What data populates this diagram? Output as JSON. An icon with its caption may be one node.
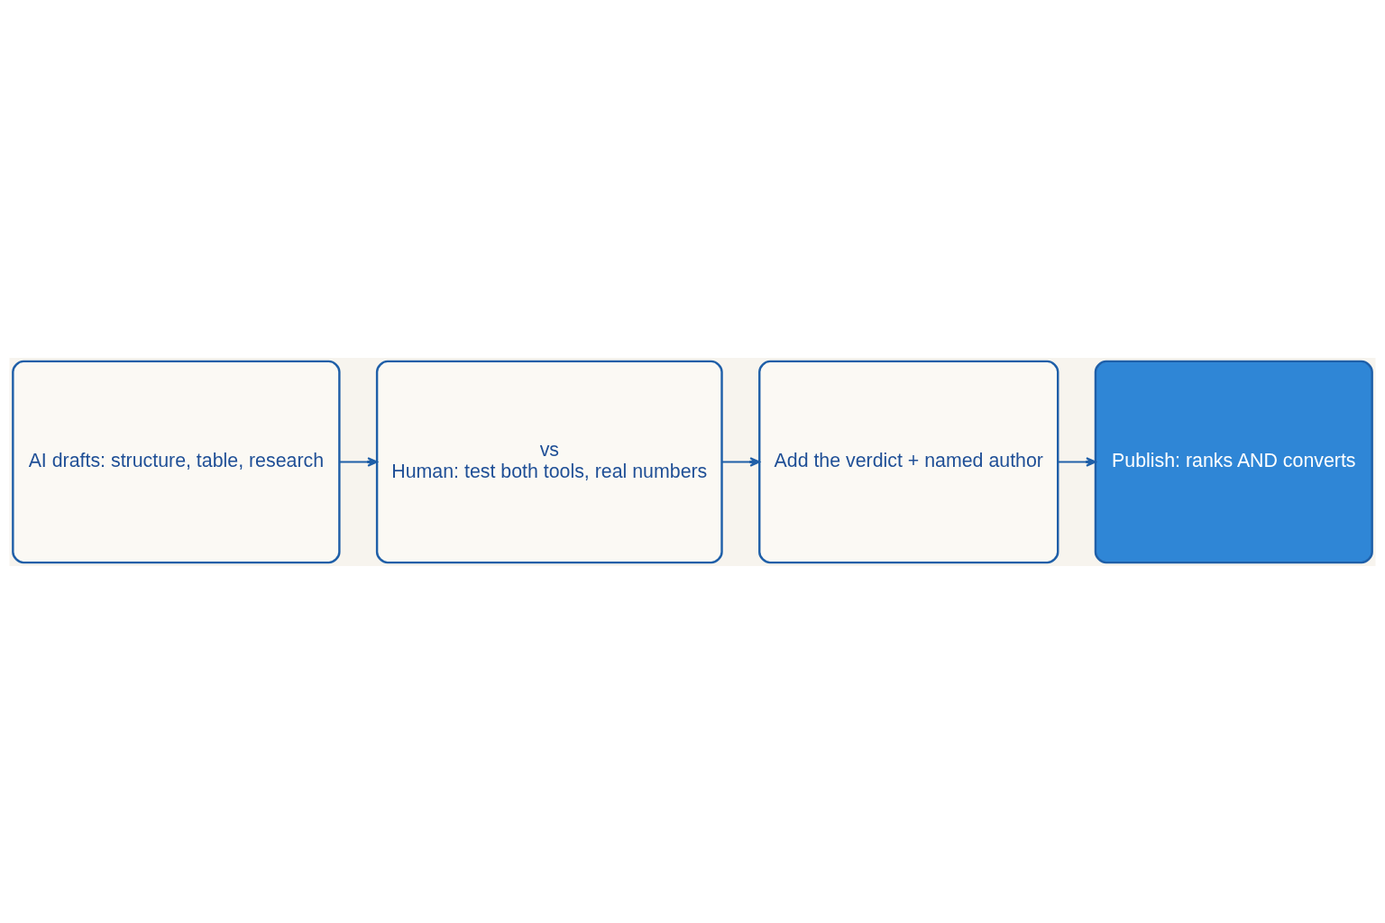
{
  "diagram": {
    "nodes": [
      {
        "text": [
          "AI drafts: structure, table, research"
        ]
      },
      {
        "text": [
          "vs",
          "Human: test both tools, real numbers"
        ]
      },
      {
        "text": [
          "Add the verdict + named author"
        ]
      },
      {
        "text": [
          "Publish: ranks AND converts"
        ]
      }
    ],
    "edges": [
      {
        "from": 0,
        "to": 1,
        "arrow": "to"
      },
      {
        "from": 1,
        "to": 2,
        "arrow": "to"
      },
      {
        "from": 2,
        "to": 3,
        "arrow": "to"
      }
    ]
  }
}
